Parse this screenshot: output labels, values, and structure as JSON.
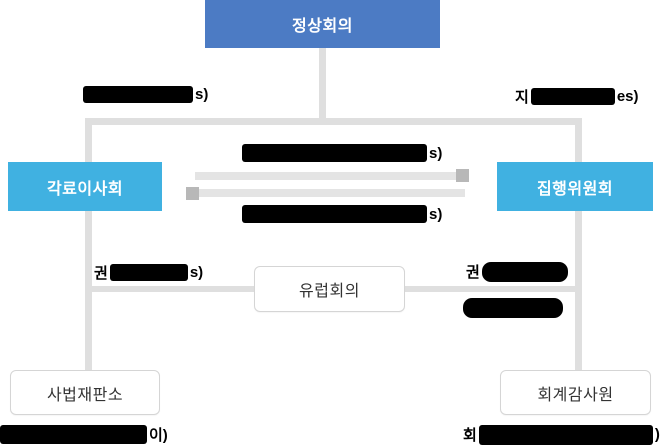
{
  "diagram": {
    "boxes": {
      "summit": "정상회의",
      "council": "각료이사회",
      "commission": "집행위원회",
      "assembly": "유럽회의",
      "court": "사법재판소",
      "auditors": "회계감사원"
    },
    "labels": {
      "top_left": {
        "pre": "",
        "post": "s)",
        "redacted": true
      },
      "top_right": {
        "pre": "지",
        "post": "es)",
        "redacted": true
      },
      "mid_top": {
        "pre": "",
        "post": "s)",
        "redacted": true
      },
      "mid_bottom": {
        "pre": "",
        "post": "s)",
        "redacted": true
      },
      "mid_left": {
        "pre": "권",
        "post": "s)",
        "redacted": true
      },
      "mid_right_line1": {
        "pre": "권",
        "post": "",
        "redacted": true
      },
      "mid_right_line2": {
        "pre": "",
        "post": "",
        "redacted": true
      },
      "caption_left": {
        "pre": "",
        "post": "이)",
        "redacted": true
      },
      "caption_right": {
        "pre": "회",
        "post": ")",
        "redacted": true
      }
    },
    "colors": {
      "summit_blue": "#4c7bc4",
      "body_cyan": "#40b1e1",
      "line_gray": "#dfdfdf",
      "arrow_gray": "#e4e4e4",
      "arrowhead_gray": "#b8b8b8",
      "box_border": "#d5d5d5",
      "redaction": "#000000",
      "text_dark": "#333333"
    }
  }
}
